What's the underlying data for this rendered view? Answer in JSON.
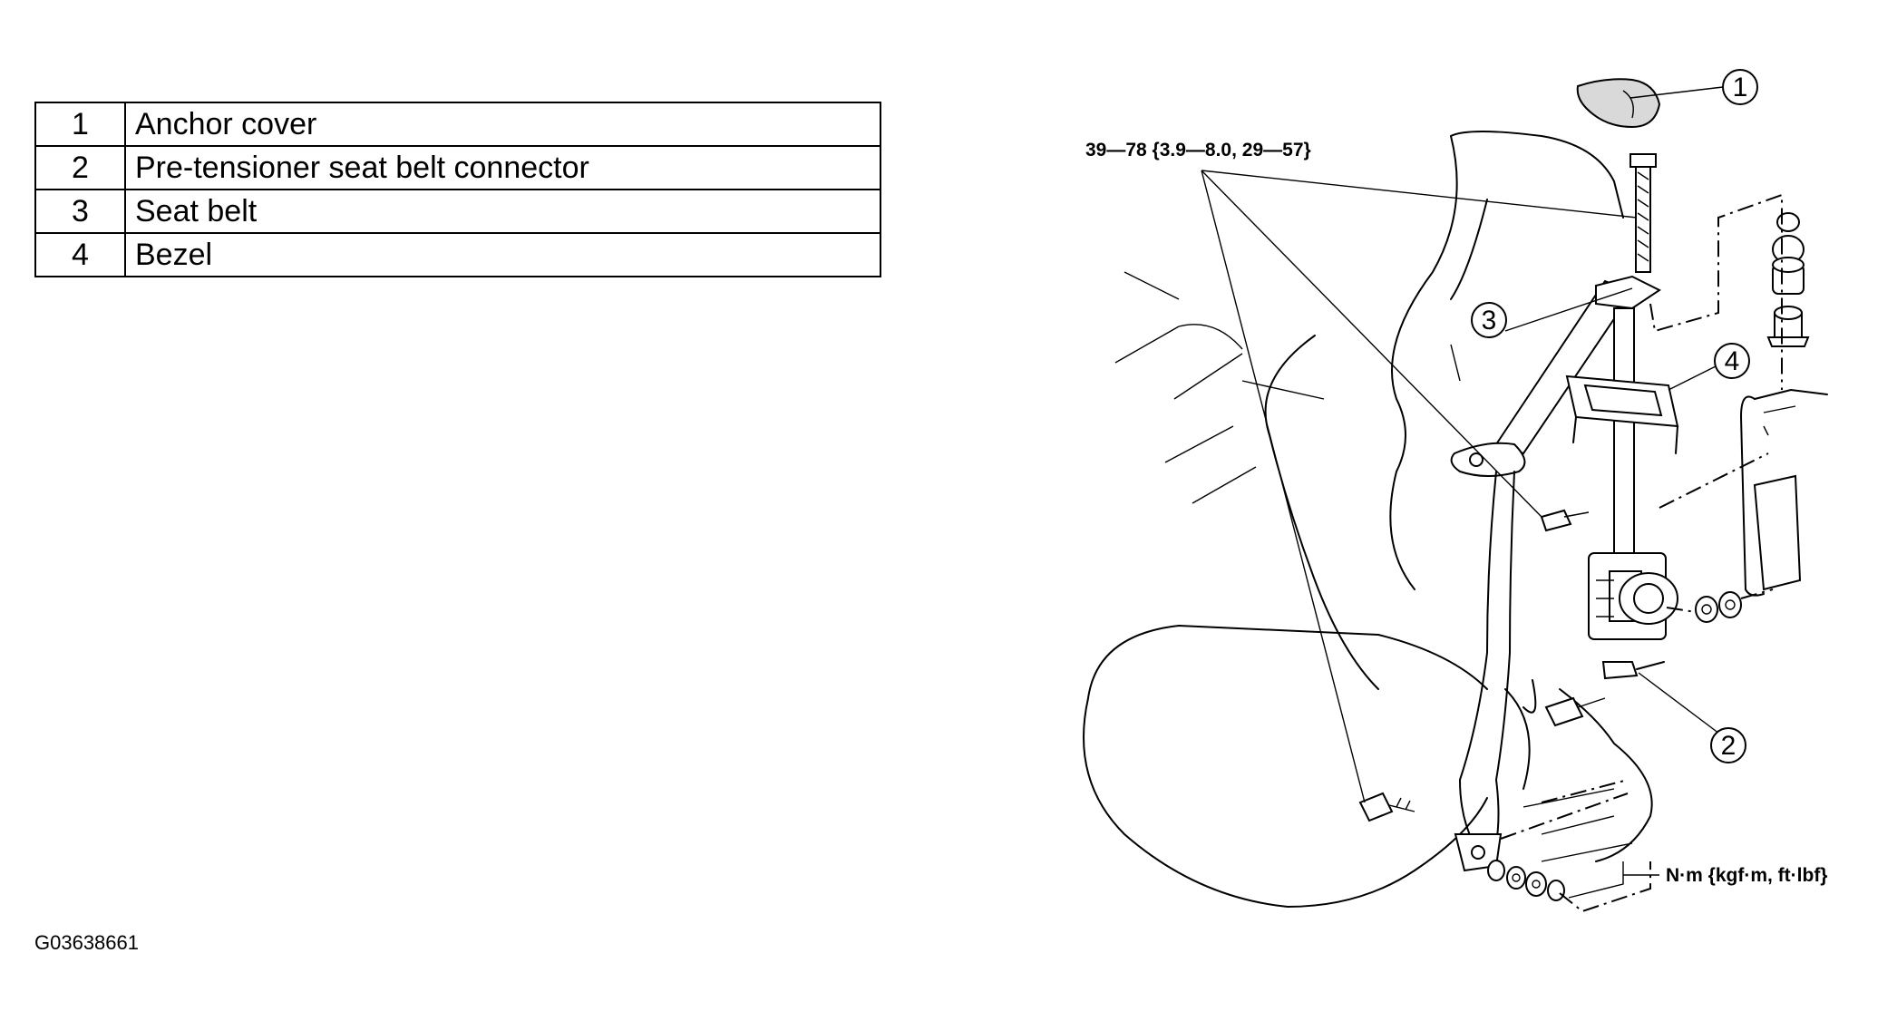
{
  "legend": [
    {
      "number": "1",
      "description": "Anchor cover"
    },
    {
      "number": "2",
      "description": "Pre-tensioner seat belt connector"
    },
    {
      "number": "3",
      "description": "Seat belt"
    },
    {
      "number": "4",
      "description": "Bezel"
    }
  ],
  "figure_id": "G03638661",
  "diagram": {
    "torque_spec": "39—78 {3.9—8.0, 29—57}",
    "units_note": "N·m {kgf·m, ft·lbf}",
    "callouts": [
      "1",
      "2",
      "3",
      "4"
    ]
  }
}
